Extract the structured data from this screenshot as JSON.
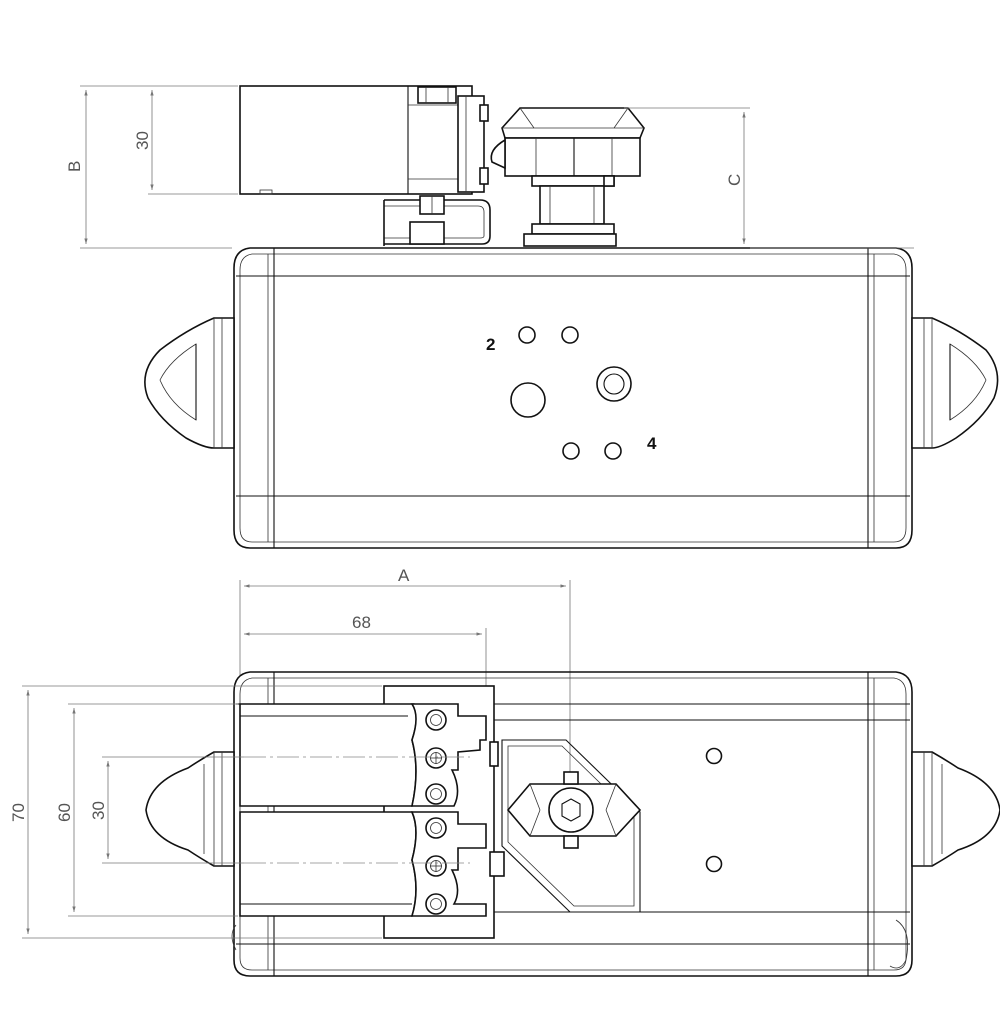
{
  "dimensions": {
    "a": "A",
    "b": "B",
    "c": "C",
    "d30_top": "30",
    "d68": "68",
    "d70": "70",
    "d60": "60",
    "d30_bottom": "30"
  },
  "ports": {
    "port2": "2",
    "port4": "4"
  },
  "colors": {
    "line": "#111111",
    "dimension": "#777777"
  }
}
